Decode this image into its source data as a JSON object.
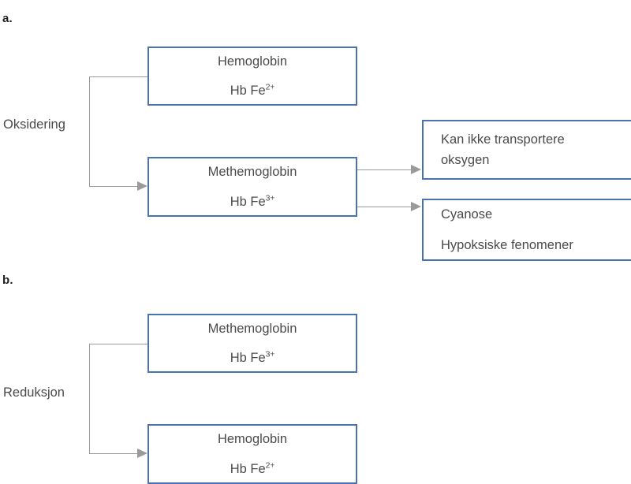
{
  "figure": {
    "panels": [
      {
        "letter": "a.",
        "process_label": "Oksidering",
        "nodes": [
          {
            "name": "hemoglobin-source",
            "line1": "Hemoglobin",
            "line2_prefix": "Hb Fe",
            "line2_sup": "2+"
          },
          {
            "name": "methemoglobin-product",
            "line1": "Methemoglobin",
            "line2_prefix": "Hb Fe",
            "line2_sup": "3+"
          },
          {
            "name": "consequence-transport",
            "line1": "Kan ikke transportere",
            "line2": "oksygen"
          },
          {
            "name": "consequence-clinical",
            "line1": "Cyanose",
            "line2": "Hypoksiske fenomener"
          }
        ]
      },
      {
        "letter": "b.",
        "process_label": "Reduksjon",
        "nodes": [
          {
            "name": "methemoglobin-source",
            "line1": "Methemoglobin",
            "line2_prefix": "Hb Fe",
            "line2_sup": "3+"
          },
          {
            "name": "hemoglobin-product",
            "line1": "Hemoglobin",
            "line2_prefix": "Hb Fe",
            "line2_sup": "2+"
          }
        ]
      }
    ]
  },
  "colors": {
    "box_border": "#4a72b0",
    "connector": "#9a9a9a",
    "text": "#4a4a4a",
    "letter": "#231f20",
    "background": "#ffffff"
  }
}
